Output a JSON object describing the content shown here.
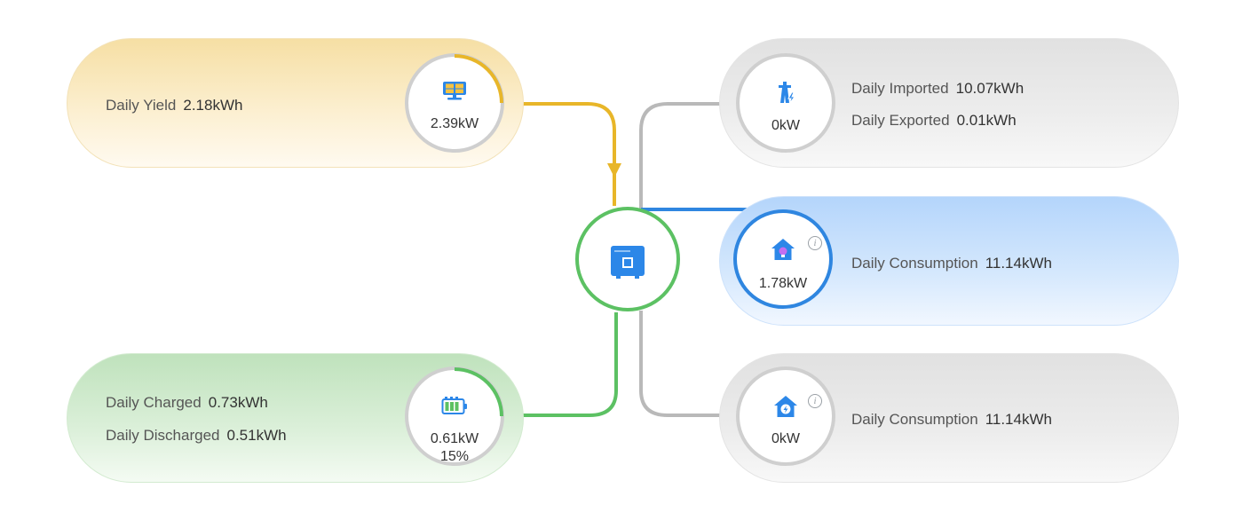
{
  "solar": {
    "power": "2.39kW",
    "daily_yield_label": "Daily Yield",
    "daily_yield_value": "2.18kWh"
  },
  "battery": {
    "power": "0.61kW",
    "soc": "15%",
    "daily_charged_label": "Daily Charged",
    "daily_charged_value": "0.73kWh",
    "daily_discharged_label": "Daily Discharged",
    "daily_discharged_value": "0.51kWh"
  },
  "grid": {
    "power": "0kW",
    "daily_imported_label": "Daily Imported",
    "daily_imported_value": "10.07kWh",
    "daily_exported_label": "Daily Exported",
    "daily_exported_value": "0.01kWh"
  },
  "home_load": {
    "power": "1.78kW",
    "daily_consumption_label": "Daily Consumption",
    "daily_consumption_value": "11.14kWh"
  },
  "backup_load": {
    "power": "0kW",
    "daily_consumption_label": "Daily Consumption",
    "daily_consumption_value": "11.14kWh"
  },
  "colors": {
    "solar": "#e8b629",
    "battery": "#5cc163",
    "grid": "#b9b9b9",
    "home": "#2f86e0",
    "inverter": "#5cc163",
    "inverter_icon": "#2c87e8"
  },
  "icons": {
    "solar": "solar-panel-icon",
    "battery": "battery-icon",
    "grid": "grid-tower-icon",
    "home": "home-lightbulb-icon",
    "backup": "home-backup-icon",
    "inverter": "inverter-icon",
    "info": "info-icon"
  }
}
